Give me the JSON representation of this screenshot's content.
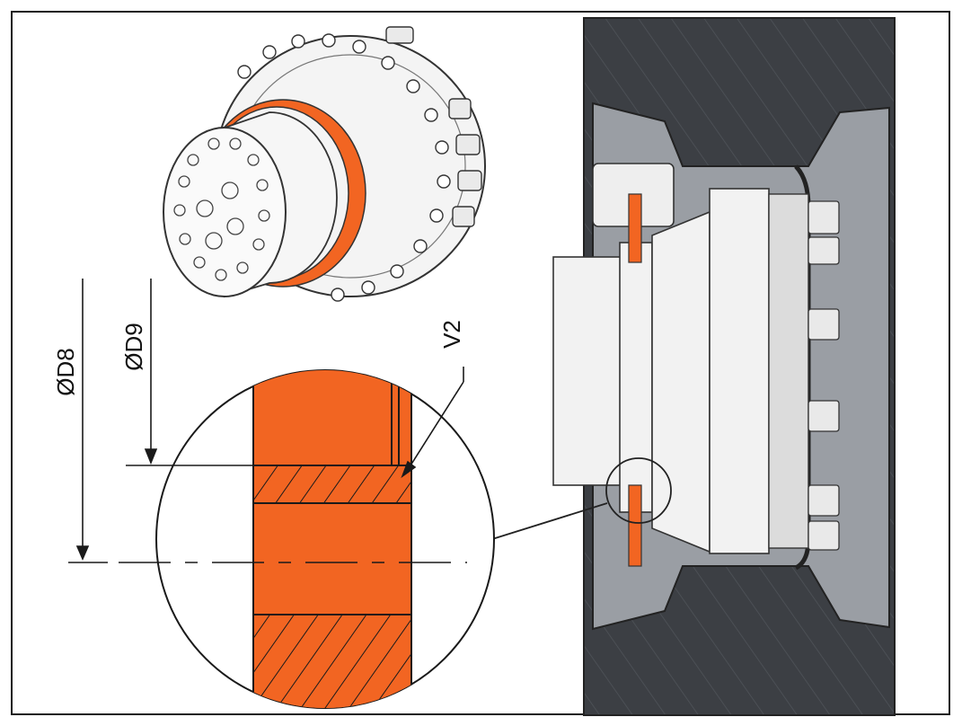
{
  "labels": {
    "d8": "D8",
    "d9": "D9",
    "v2": "V2",
    "diameter_symbol": "Ø"
  },
  "colors": {
    "seal_orange": "#f26522",
    "housing_grey": "#9a9ea4",
    "tyre_dark": "#3c3f44",
    "line": "#1a1a1a"
  }
}
